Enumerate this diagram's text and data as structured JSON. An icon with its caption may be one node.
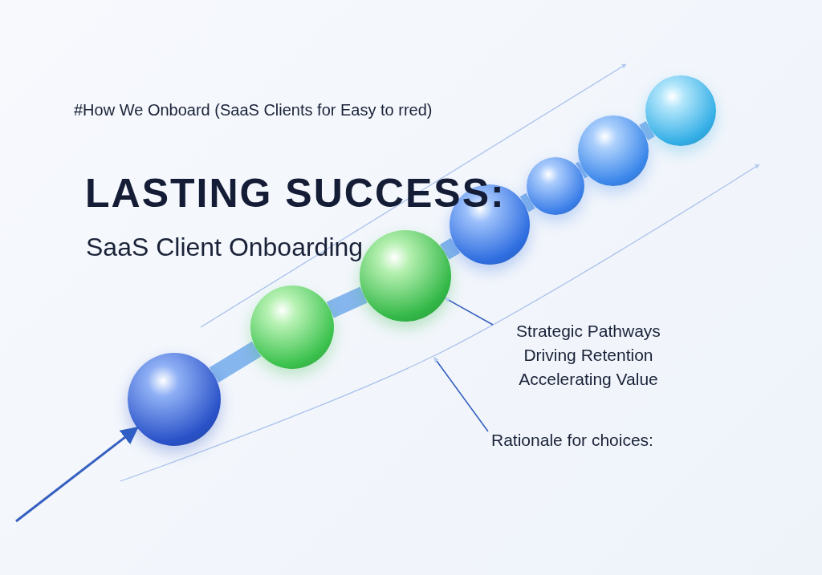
{
  "diagram": {
    "title": "LASTING SUCCESS:",
    "nodes": [
      {
        "text": [],
        "shape": "circle"
      },
      {
        "text": [],
        "shape": "circle"
      },
      {
        "text": [],
        "shape": "circle"
      },
      {
        "text": [],
        "shape": "circle"
      },
      {
        "text": [],
        "shape": "circle"
      },
      {
        "text": [],
        "shape": "circle"
      },
      {
        "text": [],
        "shape": "circle"
      },
      {
        "text": [
          "Strategic Pathways Driving Retention Accelerating Value"
        ]
      },
      {
        "text": [
          "Rationale for choices:"
        ]
      }
    ],
    "edges": [
      {
        "from": 0,
        "to": 1,
        "arrow": "none"
      },
      {
        "from": 1,
        "to": 2,
        "arrow": "none"
      },
      {
        "from": 2,
        "to": 3,
        "arrow": "none"
      },
      {
        "from": 3,
        "to": 4,
        "arrow": "none"
      },
      {
        "from": 4,
        "to": 5,
        "arrow": "none"
      },
      {
        "from": 5,
        "to": 6,
        "arrow": "none"
      },
      {
        "from": 7,
        "to": 2,
        "arrow": "to"
      },
      {
        "from": 8,
        "to": null,
        "arrow": "to"
      },
      {
        "from": null,
        "to": 0,
        "arrow": "to"
      }
    ],
    "labels": [
      "#How We Onboard (SaaS Clients for Easy to rred)",
      "SaaS Client Onboarding"
    ]
  }
}
